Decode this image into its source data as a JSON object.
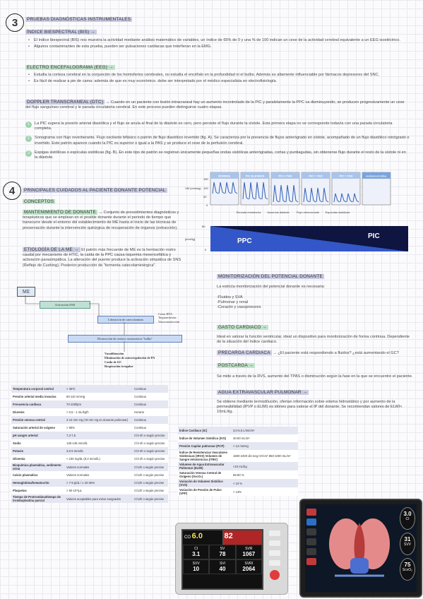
{
  "sec3": {
    "number": "3",
    "title": "PRUEBAS DIAGNÓSTICAS INSTRUMENTALES",
    "bis_title": "ÍNDICE BIESPECTRAL (BIS) →",
    "bis_items": [
      "El índice biespectral (BIS) nos muestra la actividad mediante análisis matemático de variables, un índice de 65% de 0 y una % de 100 indican un cese de la actividad cerebral equivalente a un EEG isoeléctrico.",
      "Algunos contaminantes de esta prueba, pueden ser pulsaciones cardiacas que interfieran en la EMG."
    ],
    "eeg_title": "ELECTRO ENCEFALOGRAMA (EEG) →",
    "eeg_items": [
      "Estudia la corteza cerebral en la conjunción de los hemisferios cerebrales, no estudia el encéfalo en la profundidad ni el bulbo. Además es altamente influenciable por fármacos depresores del SNC.",
      "Es fácil de realizar a pie de cama: además de que es muy económico. debe ser interpretado por el médico especialista en electrofisiología."
    ],
    "doppler_title": "DOPPLER TRANSCRANEAL (DTC)",
    "doppler_text": "→ Cuando en un paciente con lesión intracraneal hay un aumento incontrolado de la PIC y paralelamente la PPC va disminuyendo, se producen progresivamente un cese del flujo sanguíneo cerebral y le parada circulatoria cerebral. En este proceso pueden distinguirse cuatro etapas.",
    "stages": [
      {
        "n": "1",
        "text": "La PIC supera la presión arterial diastólica y el flujo se anula al final de la diástole es cero, pero persiste el flujo durante la sístole. Esta primera etapa no se corresponde todavía con una parada circulatoria completa."
      },
      {
        "n": "2",
        "text": "Sonograma con flujo reverberante. Flujo oscilante bifásico o patrón de flujo diastólico invertido (fig. A). Se caracteriza por la presencia de flujos anterógrado en sístole, acompañado de un flujo diastólico retrógrado o invertido. Este patrón aparece cuando la PIC es superior o igual a la PAS y se produce el cese de la perfusión cerebral."
      },
      {
        "n": "3",
        "text": "Espigas sistólicas o espículas sistólicas (fig. B). En este tipo de patrón se registran únicamente pequeñas ondas sistólicas anterógradas, cortas y puntiagudas, sin obtenerse flujo durante el resto de la sístole ni en la diástole."
      }
    ]
  },
  "diagram": {
    "labels": [
      "NORMAL",
      "PIC ELEVADA",
      "PIC ≥ TAD",
      "PIC = TAS",
      "PIC > TAS",
      "AUSENCIA DE SEÑAL"
    ],
    "ylabel": "VM (cm/seg)",
    "ticks": [
      "150",
      "100",
      "50",
      "0"
    ],
    "captions": [
      "Elevada resistencia",
      "Ausencia diástole",
      "Flujo reberverante",
      "Espículas sistólicas"
    ],
    "ppc": "PPC",
    "pic": "PIC",
    "mmhg": "[mmHg]",
    "yticks2": [
      "80",
      "0"
    ]
  },
  "sec4": {
    "number": "4",
    "title": "PRINCIPALES CUIDADOS AL PACIENTE DONANTE POTENCIAL",
    "conceptos": "CONCEPTOS",
    "mant_title": "MANTENIMIENTO DE DONANTE",
    "mant_text": "→ Conjunto de procedimientos diagnósticos y terapéuticos que se emplean en el posible donante durante el periodo de tiempo que transcurre desde el entorno del establecimiento de ME hasta el inicio de las técnicas de preservación durante la intervención quirúrgica de recuperación de órganos (extracción).",
    "etio_title": "ETIOLOGÍA DE LA ME →",
    "etio_text": "El patrón más frecuente de ME es la herniación rostro caudal por mecanismo de HTIC, la caída de la PPC causa isquemia mesencefálica y activación parasimpática. La alteración del puente produce la activación simpática de SNS (Reflejo de Cushing). Posterior producción de \"tormenta catecolaminérgica\"."
  },
  "flow": {
    "me": "ME",
    "sns": "Activación SNS",
    "libera": "Liberación de catecolaminas",
    "effects": [
      "Crisis HTA",
      "Taquiarritmias",
      "Vasoconstricción"
    ],
    "destr": "Destrucción de centros vasomotores \"bulbo\"",
    "results": [
      "Vasodilatación",
      "Eliminación de autorregulación de PA",
      "Caída de GC",
      "Respiración irregular"
    ]
  },
  "monitor": {
    "title": "MONITORIZACIÓN DEL POTENCIAL DONANTE",
    "intro": "La estricta monitorización del potencial donante es necesaria:",
    "list": [
      "-Fluidos y SVA",
      "-Pulmonar y renal",
      "-Corazón y vasopresores"
    ],
    "gc_title": "GASTO CARDIACO →",
    "gc_text": "Ideal en valorar la función ventricular, ideal un dispositivo para monitorización de forma continua. Dependiente de la situación del índice cardiaco.",
    "precarga_title": "PRECARGA CARDIACA",
    "precarga_text": "→ ¿El paciente está respondiendo a fluidos? ¿está aumentando el GC?",
    "poscarga_title": "POSTCARGA →",
    "poscarga_text": "Se mide a través de la RVS, aumento del TPAS o disminución según la fase en la que se encuentre el paciente.",
    "agua_title": "AGUA EXTRAVASCULAR PULMONAR →",
    "agua_text": "Se obtiene mediante termodilución, ofertan información sobre edema hidrostático y por aumento de la permeabilidad (IPVP o ELWI) es idóneo para valorar el IP del donante. Se recomiendan valores de ELWI< 10mL/kg."
  },
  "table_left": [
    [
      "Temperatura corporal central",
      "> 35ºC",
      "Continua"
    ],
    [
      "Presión arterial media invasiva",
      "60-110 mmHg",
      "Continua"
    ],
    [
      "Frecuencia cardiaca",
      "70-100/lpm",
      "Continua"
    ],
    [
      "Diuresis",
      "> 0,5 - 1 mL/kg/h",
      "Horaria"
    ],
    [
      "Presión venosa central",
      "4-12 mm Hg (<8 mm Hg en donante pulmonar)",
      "Continua"
    ],
    [
      "Saturación arterial de oxígeno",
      "> 95%",
      "Continua"
    ],
    [
      "pH sangre arterial",
      "7,3-7,5",
      "C/2-4h o según precise"
    ],
    [
      "Sodio",
      "135-145 mmol/L",
      "C/2-4h o según precise"
    ],
    [
      "Potasio",
      "3,5-5 mmol/L",
      "C/2-4h o según precise"
    ],
    [
      "Glicemia",
      "< 150 mg/dL (8,3 mmol/L)",
      "C/2-4h o según precise"
    ],
    [
      "Bioquímica plasmática, sedimento orina",
      "Valores normales",
      "C/12h o según precise"
    ],
    [
      "Calcio plasmático",
      "Valores normales",
      "C/12h o según precise"
    ],
    [
      "Hemoglobina/hematocrito",
      "> 7-9 g/dL / ≥ 20-30%",
      "C/12h o según precise"
    ],
    [
      "Plaquetas",
      "> 50·10⁹/μL",
      "C/12h o según precise"
    ],
    [
      "Tiempo de Protrombina/tiempo de tromboplastina parcial",
      "Valores aceptables para evitar sangrados",
      "C/12h o según precise"
    ]
  ],
  "table_right": [
    [
      "Índice Cardiaco (IC)",
      "3,0-5,0 L/min/m²"
    ],
    [
      "Índice de Volumen Sistólico (IVS)",
      "40-60 mL/m²"
    ],
    [
      "Presión Capilar pulmonar (PCP)",
      "< 12 mmHg"
    ],
    [
      "Índice de Resistencias Vasculares Sistémicas (IRVS) Volumen de Sangre Intratorácica (ITBV)",
      "1600-2400 din·seg·m²/cm⁵ 850-1000 mL/m²"
    ],
    [
      "Volumen de Agua Extravascular Pulmonar (ELWI)",
      "<10 mL/kg"
    ],
    [
      "Saturación Venosa Central de Oxígeno (SvcO₂)",
      "65-80 %"
    ],
    [
      "Variación de Volumen Sistólico (VVS)",
      "< 10 %"
    ],
    [
      "Variación de Presión de Pulso (VPP)",
      "< 13%"
    ]
  ],
  "device": {
    "top": [
      "CO",
      "6.0",
      "82"
    ],
    "cells": [
      [
        "CI",
        "3.1"
      ],
      [
        "SV",
        "78"
      ],
      [
        "SVR",
        "1067"
      ],
      [
        "SVV",
        "10"
      ],
      [
        "SVI",
        "40"
      ],
      [
        "SVRI",
        "2064"
      ]
    ]
  },
  "tablet": {
    "vals": [
      "3.0",
      "31",
      "75"
    ],
    "labels": [
      "CI",
      "SVV",
      "ScvO₂"
    ]
  },
  "colors": {
    "accent": "#c9cbe3",
    "green": "#bfe3c8",
    "ppc": "#2c3e9a"
  }
}
